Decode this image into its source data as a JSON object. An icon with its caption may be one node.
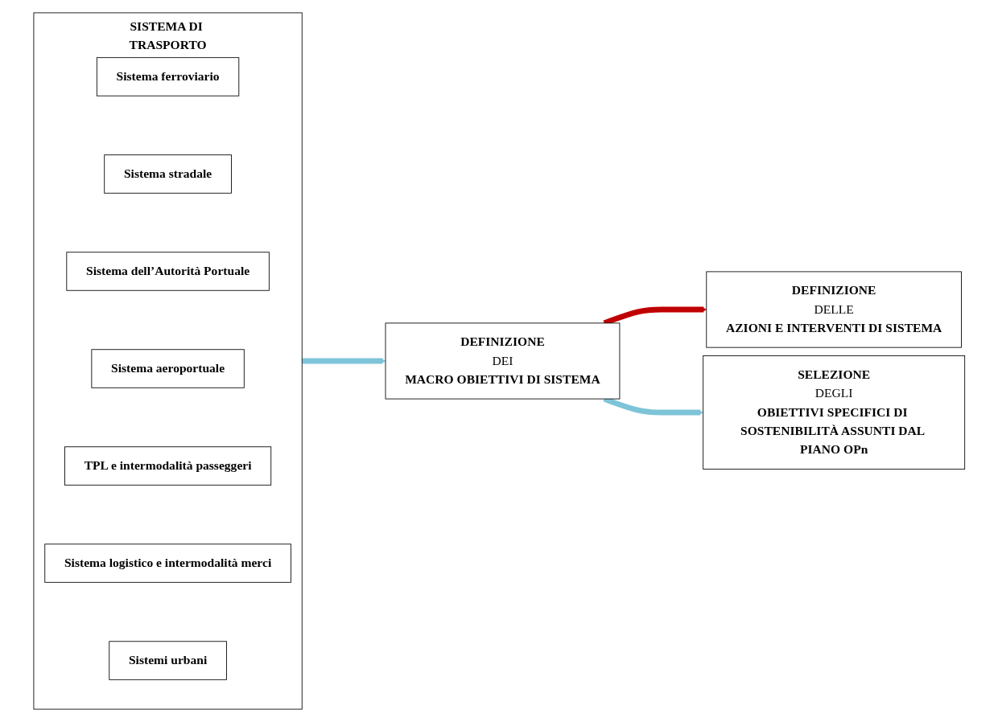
{
  "diagram": {
    "nodes": [
      {
        "text": [
          "SISTEMA DI TRASPORTO"
        ]
      },
      {
        "text": [
          "Sistema ferroviario"
        ],
        "in": 0
      },
      {
        "text": [
          "Sistema stradale"
        ],
        "in": 0
      },
      {
        "text": [
          "Sistema dell’Autorità Portuale"
        ],
        "in": 0
      },
      {
        "text": [
          "Sistema aeroportuale"
        ],
        "in": 0
      },
      {
        "text": [
          "TPL e intermodalità passeggeri"
        ],
        "in": 0
      },
      {
        "text": [
          "Sistema logistico e intermodalità merci"
        ],
        "in": 0
      },
      {
        "text": [
          "Sistemi urbani"
        ],
        "in": 0
      },
      {
        "text": [
          "DEFINIZIONE",
          "DEI",
          "MACRO OBIETTIVI DI SISTEMA"
        ]
      },
      {
        "text": [
          "DEFINIZIONE",
          "DELLE",
          "AZIONI E INTERVENTI DI SISTEMA"
        ]
      },
      {
        "text": [
          "SELEZIONE",
          "DEGLI",
          "OBIETTIVI SPECIFICI DI SOSTENIBILITÀ ASSUNTI DAL PIANO OPn"
        ]
      }
    ],
    "edges": [
      {
        "from": 0,
        "to": 8,
        "arrow": "to"
      },
      {
        "from": 8,
        "to": 9,
        "arrow": "to",
        "color": "#c00000"
      },
      {
        "from": 8,
        "to": 10,
        "arrow": "to"
      }
    ]
  }
}
